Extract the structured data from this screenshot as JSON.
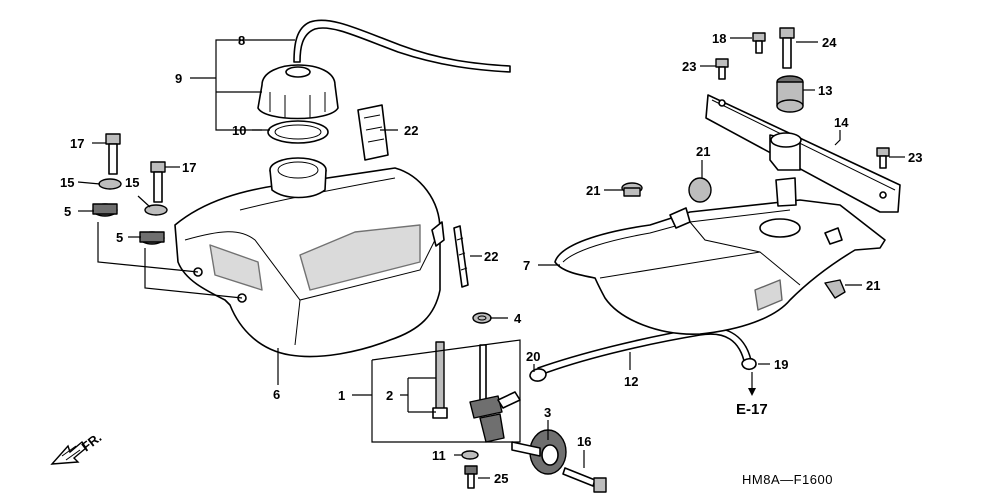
{
  "callouts": {
    "c1": "1",
    "c2": "2",
    "c3": "3",
    "c4": "4",
    "c5a": "5",
    "c5b": "5",
    "c6": "6",
    "c7": "7",
    "c8": "8",
    "c9": "9",
    "c10": "10",
    "c11": "11",
    "c12": "12",
    "c13": "13",
    "c14": "14",
    "c15a": "15",
    "c15b": "15",
    "c16": "16",
    "c17a": "17",
    "c17b": "17",
    "c18": "18",
    "c19": "19",
    "c20": "20",
    "c21a": "21",
    "c21b": "21",
    "c21c": "21",
    "c22a": "22",
    "c22b": "22",
    "c23a": "23",
    "c23b": "23",
    "c24": "24",
    "c25": "25"
  },
  "reference": "E-17",
  "front_marker": "FR.",
  "drawing_code": "HM8A—F1600"
}
